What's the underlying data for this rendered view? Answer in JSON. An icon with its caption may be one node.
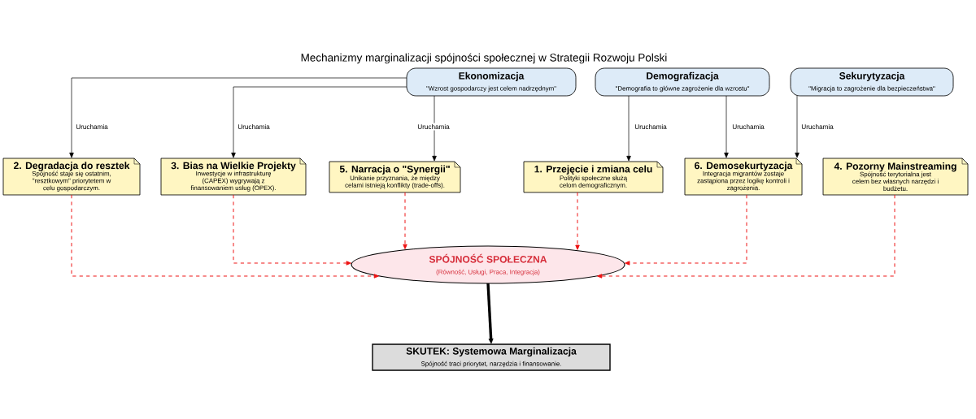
{
  "diagram": {
    "title": "Mechanizmy marginalizacji spójności społecznej w Strategii Rozwoju Polski",
    "nodes": [
      {
        "text": [
          "Ekonomizacja",
          "\"Wzrost gospodarczy jest celem nadrzędnym\""
        ]
      },
      {
        "text": [
          "Demografizacja",
          "\"Demografia to główne zagrożenie dla wzrostu\""
        ]
      },
      {
        "text": [
          "Sekurytyzacja",
          "\"Migracja to zagrożenie dla bezpieczeństwa\""
        ]
      },
      {
        "text": [
          "2. Degradacja do resztek",
          "Spójność staje się ostatnim, \"resztkowym\" priorytetem w celu gospodarczym."
        ]
      },
      {
        "text": [
          "3. Bias na Wielkie Projekty",
          "Inwestycje w infrastrukturę (CAPEX) wygrywają z finansowaniem usług (OPEX)."
        ]
      },
      {
        "text": [
          "5. Narracja o \"Synergii\"",
          "Unikanie przyznania, że między celami istnieją konflikty (trade-offs)."
        ]
      },
      {
        "text": [
          "1. Przejęcie i zmiana celu",
          "Polityki społeczne służą celom demograficznym."
        ]
      },
      {
        "text": [
          "6. Demosekurtyzacja",
          "Integracja migrantów zostaje zastąpiona przez logikę kontroli i zagrożenia."
        ]
      },
      {
        "text": [
          "4. Pozorny Mainstreaming",
          "Spójność terytorialna jest celem bez własnych narzędzi i budżetu."
        ]
      },
      {
        "text": [
          "SPÓJNOŚĆ SPOŁECZNA",
          "(Równość, Usługi, Praca, Integracja)"
        ]
      },
      {
        "text": [
          "SKUTEK: Systemowa Marginalizacja",
          "Spójność traci priorytet, narzędzia i finansowanie."
        ]
      }
    ],
    "edges": [
      {
        "from": 0,
        "to": 3,
        "arrow": "to",
        "label": "Uruchamia"
      },
      {
        "from": 0,
        "to": 4,
        "arrow": "to",
        "label": "Uruchamia"
      },
      {
        "from": 0,
        "to": 5,
        "arrow": "to",
        "label": "Uruchamia"
      },
      {
        "from": 1,
        "to": 6,
        "arrow": "to",
        "label": "Uruchamia"
      },
      {
        "from": 1,
        "to": 7,
        "arrow": "to",
        "label": "Uruchamia"
      },
      {
        "from": 2,
        "to": 7,
        "arrow": "to",
        "label": "Uruchamia"
      },
      {
        "from": 3,
        "to": 9,
        "arrow": "to",
        "style": "dashed",
        "color": "#ee1111"
      },
      {
        "from": 4,
        "to": 9,
        "arrow": "to",
        "style": "dashed",
        "color": "#ee1111"
      },
      {
        "from": 5,
        "to": 9,
        "arrow": "to",
        "style": "dashed",
        "color": "#ee1111"
      },
      {
        "from": 6,
        "to": 9,
        "arrow": "to",
        "style": "dashed",
        "color": "#ee1111"
      },
      {
        "from": 7,
        "to": 9,
        "arrow": "to",
        "style": "dashed",
        "color": "#ee1111"
      },
      {
        "from": 8,
        "to": 9,
        "arrow": "to",
        "style": "dashed",
        "color": "#ee1111"
      },
      {
        "from": 9,
        "to": 10,
        "arrow": "to",
        "style": "thick"
      }
    ]
  }
}
